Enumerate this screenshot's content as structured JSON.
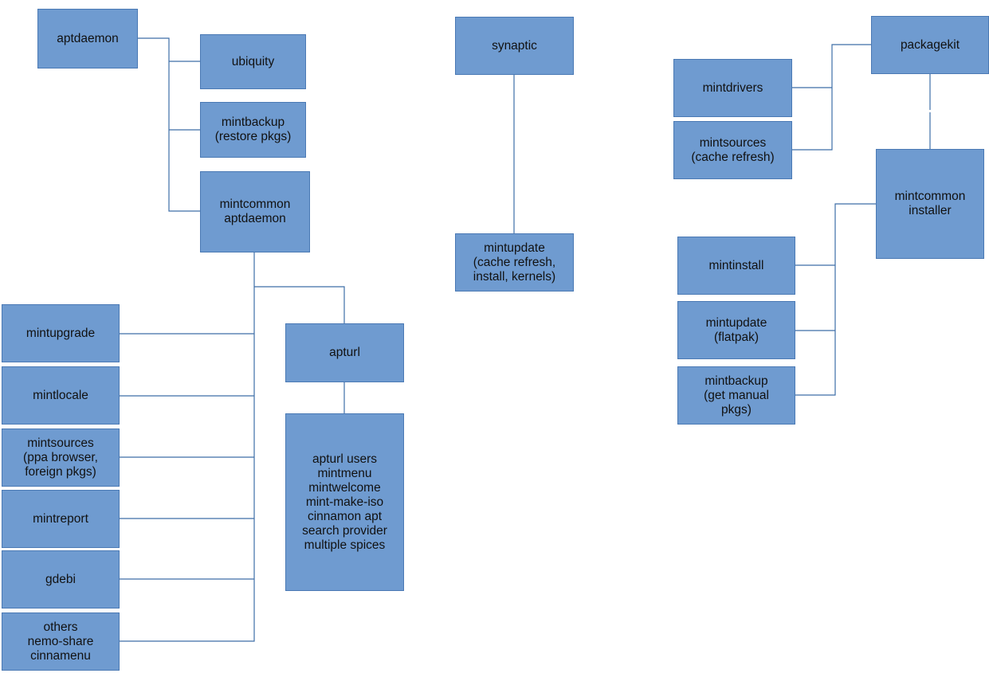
{
  "colors": {
    "box_fill": "#6f9bd0",
    "box_border": "#4a79b4",
    "connector": "#3e6ea8",
    "text": "#111111"
  },
  "nodes": {
    "aptdaemon": "aptdaemon",
    "ubiquity": "ubiquity",
    "mintbackup_restore": "mintbackup\n(restore pkgs)",
    "mintcommon_aptdaemon": "mintcommon\naptdaemon",
    "mintupgrade": "mintupgrade",
    "mintlocale": "mintlocale",
    "mintsources_ppa": "mintsources\n(ppa browser,\nforeign pkgs)",
    "mintreport": "mintreport",
    "gdebi": "gdebi",
    "others": "others\nnemo-share\ncinnamenu",
    "apturl": "apturl",
    "apturl_users": "apturl users\nmintmenu\nmintwelcome\nmint-make-iso\ncinnamon apt\nsearch provider\nmultiple spices",
    "synaptic": "synaptic",
    "mintupdate_cache": "mintupdate\n(cache refresh,\ninstall, kernels)",
    "packagekit": "packagekit",
    "mintdrivers": "mintdrivers",
    "mintsources_cache": "mintsources\n(cache refresh)",
    "mintcommon_installer": "mintcommon\ninstaller",
    "mintinstall": "mintinstall",
    "mintupdate_flatpak": "mintupdate\n(flatpak)",
    "mintbackup_manual": "mintbackup\n(get manual\npkgs)"
  }
}
